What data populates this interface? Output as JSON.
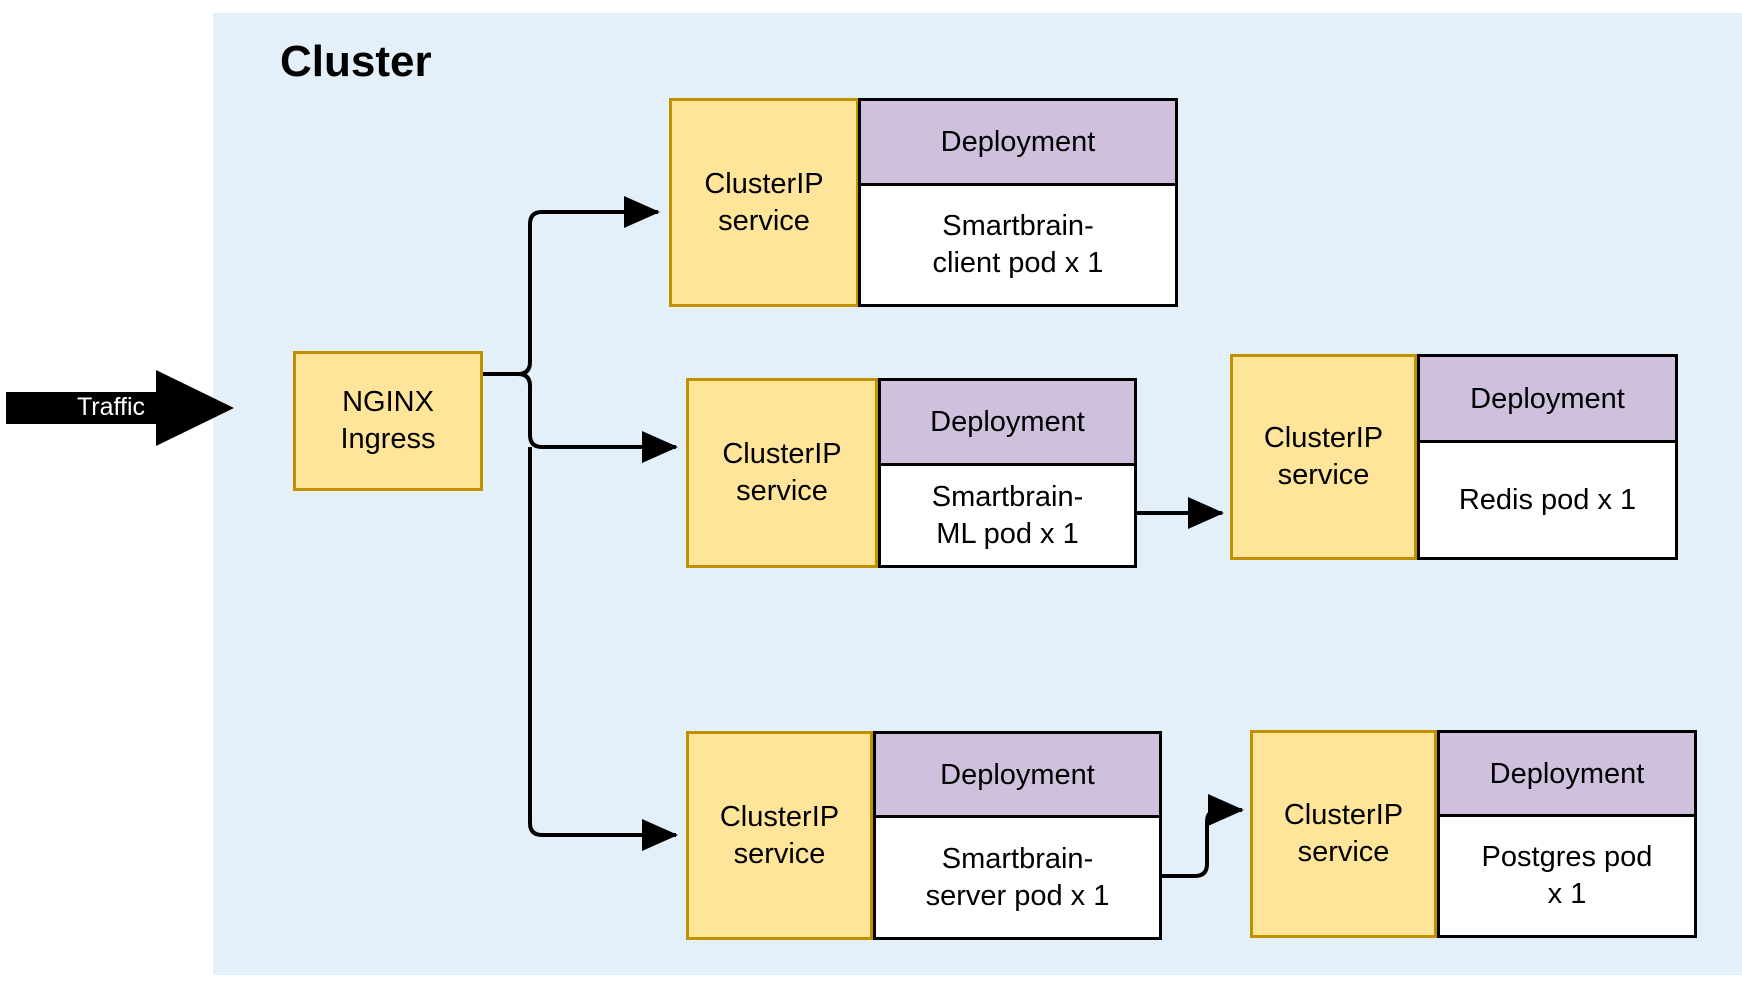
{
  "diagram": {
    "title": "Cluster",
    "background_color": "#e3f0fa",
    "service_fill": "#ffe599",
    "service_border": "#bf9000",
    "deployment_header_fill": "#cfc0dd",
    "deployment_body_fill": "#ffffff",
    "line_color": "#000000"
  },
  "traffic": {
    "label": "Traffic",
    "arrow_color": "#000000",
    "label_color": "#ffffff"
  },
  "ingress": {
    "label": "NGINX\nIngress",
    "line1": "NGINX",
    "line2": "Ingress"
  },
  "rows": [
    {
      "id": "client",
      "service_label_line1": "ClusterIP",
      "service_label_line2": "service",
      "deployment_header": "Deployment",
      "pod_line1": "Smartbrain-",
      "pod_line2": "client pod x 1",
      "pod_text": "Smartbrain-client pod x 1",
      "replicas": 1
    },
    {
      "id": "ml",
      "service_label_line1": "ClusterIP",
      "service_label_line2": "service",
      "deployment_header": "Deployment",
      "pod_line1": "Smartbrain-",
      "pod_line2": "ML pod x 1",
      "pod_text": "Smartbrain-ML pod x 1",
      "replicas": 1
    },
    {
      "id": "redis",
      "service_label_line1": "ClusterIP",
      "service_label_line2": "service",
      "deployment_header": "Deployment",
      "pod_line1": "Redis pod x 1",
      "pod_line2": "",
      "pod_text": "Redis pod x 1",
      "replicas": 1
    },
    {
      "id": "server",
      "service_label_line1": "ClusterIP",
      "service_label_line2": "service",
      "deployment_header": "Deployment",
      "pod_line1": "Smartbrain-",
      "pod_line2": "server pod x 1",
      "pod_text": "Smartbrain-server pod x 1",
      "replicas": 1
    },
    {
      "id": "postgres",
      "service_label_line1": "ClusterIP",
      "service_label_line2": "service",
      "deployment_header": "Deployment",
      "pod_line1": "Postgres pod",
      "pod_line2": "x 1",
      "pod_text": "Postgres pod x 1",
      "replicas": 1
    }
  ],
  "edges": [
    {
      "from": "traffic",
      "to": "ingress"
    },
    {
      "from": "ingress",
      "to": "client-service"
    },
    {
      "from": "ingress",
      "to": "ml-service"
    },
    {
      "from": "ingress",
      "to": "server-service"
    },
    {
      "from": "ml-deployment",
      "to": "redis-service"
    },
    {
      "from": "server-deployment",
      "to": "postgres-service"
    }
  ]
}
